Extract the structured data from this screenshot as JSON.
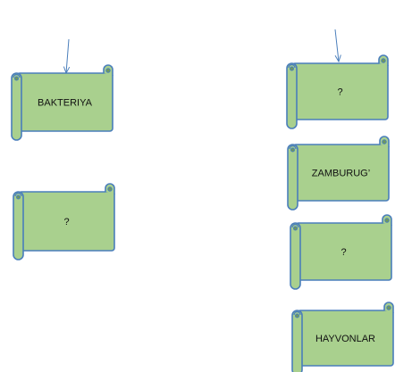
{
  "colors": {
    "fill": "#a9d08e",
    "stroke": "#4a7ebb",
    "arrow": "#4a7ebb",
    "text": "#111111",
    "background": "#ffffff"
  },
  "scrolls": [
    {
      "id": "bakteriya",
      "label": "BAKTERIYA"
    },
    {
      "id": "left-unknown",
      "label": "?"
    },
    {
      "id": "right-top-unknown",
      "label": "?"
    },
    {
      "id": "zamburug",
      "label": "ZAMBURUG’"
    },
    {
      "id": "right-mid-unknown",
      "label": "?"
    },
    {
      "id": "hayvonlar",
      "label": "HAYVONLAR"
    }
  ]
}
